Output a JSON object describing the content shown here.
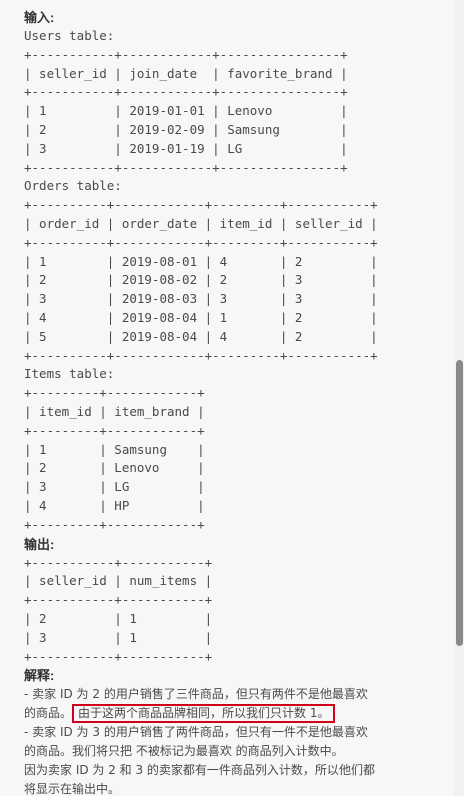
{
  "input_heading": "输入:",
  "users": {
    "caption": "Users table:",
    "border": "+-----------+------------+----------------+",
    "header": "| seller_id | join_date  | favorite_brand |",
    "rows": [
      "| 1         | 2019-01-01 | Lenovo         |",
      "| 2         | 2019-02-09 | Samsung        |",
      "| 3         | 2019-01-19 | LG             |"
    ]
  },
  "orders": {
    "caption": "Orders table:",
    "border": "+----------+------------+---------+-----------+",
    "header": "| order_id | order_date | item_id | seller_id |",
    "rows": [
      "| 1        | 2019-08-01 | 4       | 2         |",
      "| 2        | 2019-08-02 | 2       | 3         |",
      "| 3        | 2019-08-03 | 3       | 3         |",
      "| 4        | 2019-08-04 | 1       | 2         |",
      "| 5        | 2019-08-04 | 4       | 2         |"
    ]
  },
  "items": {
    "caption": "Items table:",
    "border": "+---------+------------+",
    "header": "| item_id | item_brand |",
    "rows": [
      "| 1       | Samsung    |",
      "| 2       | Lenovo     |",
      "| 3       | LG         |",
      "| 4       | HP         |"
    ]
  },
  "output_heading": "输出:",
  "output": {
    "border": "+-----------+-----------+",
    "header": "| seller_id | num_items |",
    "rows": [
      "| 2         | 1         |",
      "| 3         | 1         |"
    ]
  },
  "explanation": {
    "heading": "解释:",
    "line1": "- 卖家 ID 为 2 的用户销售了三件商品，但只有两件不是他最喜欢",
    "line2_prefix": "的商品。",
    "line2_highlight": "由于这两个商品品牌相同，所以我们只计数 1。",
    "line3": "- 卖家 ID 为 3 的用户销售了两件商品，但只有一件不是他最喜欢",
    "line4": "的商品。我们将只把 不被标记为最喜欢 的商品列入计数中。",
    "line5": "因为卖家 ID 为 2 和 3 的卖家都有一件商品列入计数，所以他们都",
    "line6": "将显示在输出中。"
  },
  "colors": {
    "highlight_border": "#d0021b",
    "scroll_thumb": "#8a8a8a"
  }
}
